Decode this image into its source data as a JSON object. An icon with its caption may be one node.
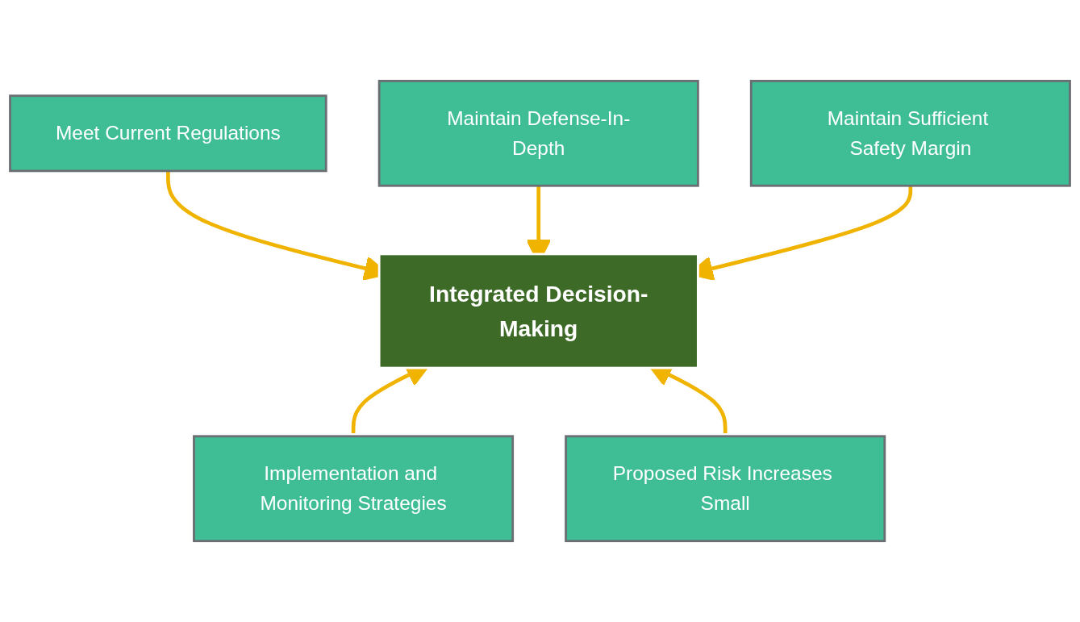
{
  "diagram": {
    "nodes": [
      {
        "text": [
          "Meet Current Regulations"
        ]
      },
      {
        "text": [
          "Maintain Defense-In-Depth"
        ]
      },
      {
        "text": [
          "Maintain Sufficient Safety Margin"
        ]
      },
      {
        "text": [
          "Integrated Decision-Making"
        ]
      },
      {
        "text": [
          "Implementation and Monitoring Strategies"
        ]
      },
      {
        "text": [
          "Proposed Risk Increases Small"
        ]
      }
    ],
    "edges": [
      {
        "from": 0,
        "to": 3,
        "arrow": "to"
      },
      {
        "from": 1,
        "to": 3,
        "arrow": "to"
      },
      {
        "from": 2,
        "to": 3,
        "arrow": "to"
      },
      {
        "from": 4,
        "to": 3,
        "arrow": "to"
      },
      {
        "from": 5,
        "to": 3,
        "arrow": "to"
      }
    ]
  }
}
